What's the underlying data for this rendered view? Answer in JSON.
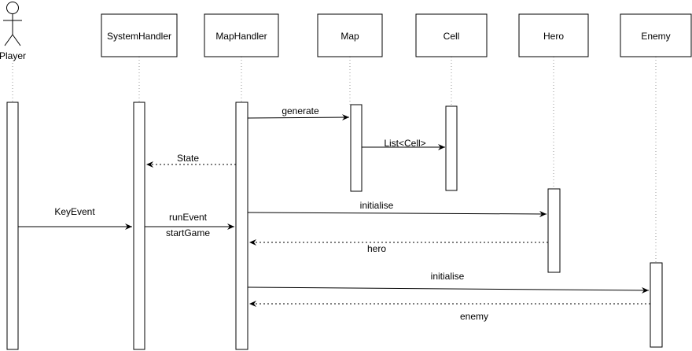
{
  "participants": {
    "player": "Player",
    "system_handler": "SystemHandler",
    "map_handler": "MapHandler",
    "map": "Map",
    "cell": "Cell",
    "hero": "Hero",
    "enemy": "Enemy"
  },
  "messages": {
    "generate": "generate",
    "list_cell": "List<Cell>",
    "state": "State",
    "initialise_hero": "initialise",
    "key_event": "KeyEvent",
    "run_event": "runEvent",
    "start_game": "startGame",
    "hero_return": "hero",
    "initialise_enemy": "initialise",
    "enemy_return": "enemy"
  }
}
